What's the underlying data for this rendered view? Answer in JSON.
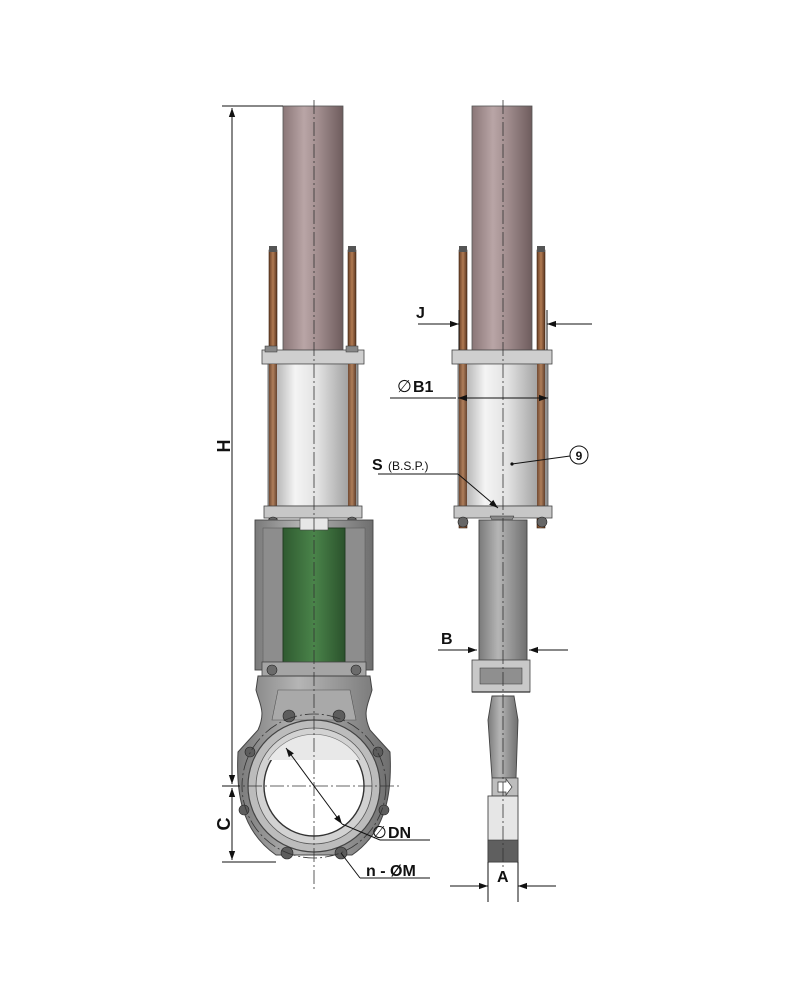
{
  "labels": {
    "H": "H",
    "C": "C",
    "J": "J",
    "B1": "B1",
    "diameter_symbol": "∅",
    "S": "S",
    "S_note": "(B.S.P.)",
    "item_9": "9",
    "B": "B",
    "A": "A",
    "DN": "DN",
    "nM": "n - ØM"
  },
  "colors": {
    "rod": "#a89394",
    "rod_dark": "#7d6a6b",
    "cylinder": "#dcdcdc",
    "tie_rod": "#8a5a3c",
    "gate": "#3e6e3e",
    "body": "#9e9e9e",
    "line": "#111111"
  }
}
